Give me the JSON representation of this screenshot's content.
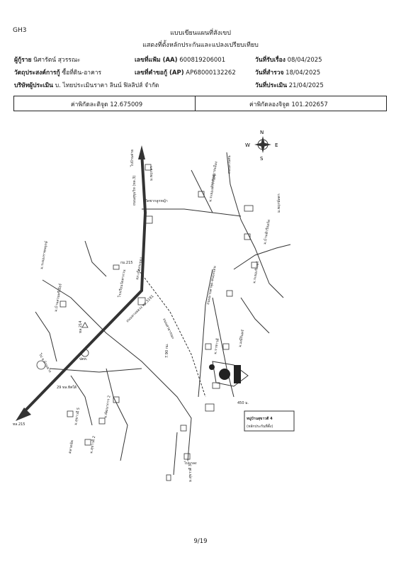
{
  "header": {
    "doc_code": "GH3",
    "title": "แบบเขียนแผนที่สังเขป",
    "subtitle": "แสดงที่ตั้งหลักประกันและแปลงเปรียบเทียบ"
  },
  "info": {
    "client_label": "ผู้กู้ราย",
    "client_value": "นิศารัตน์ สุวรรณะ",
    "purpose_label": "วัตถุประสงค์การกู้",
    "purpose_value": "ซื้อที่ดิน-อาคาร",
    "company_label": "บริษัทผู้ประเมิน",
    "company_value": "บ. ไทยประเมินราคา ลินน์ ฟิลลิปส์ จำกัด",
    "file_no_label": "เลขที่แฟ้ม (AA)",
    "file_no_value": "600819206001",
    "request_no_label": "เลขที่คำขอกู้ (AP)",
    "request_no_value": "AP68000132262",
    "received_label": "วันที่รับเรื่อง",
    "received_value": "08/04/2025",
    "survey_label": "วันที่สำรวจ",
    "survey_value": "18/04/2025",
    "appraisal_label": "วันที่ประเมิน",
    "appraisal_value": "21/04/2025"
  },
  "coordinates": {
    "lat_label": "ค่าพิกัดละติจูด",
    "lat_value": "12.675009",
    "lon_label": "ค่าพิกัดลองจิจูด",
    "lon_value": "101.202657"
  },
  "map": {
    "compass": {
      "n": "N",
      "s": "S",
      "e": "E",
      "w": "W"
    },
    "labels": {
      "to_bankhai": "ไปบ้านค่าย",
      "to_ban_chang": "ไป อ.บ้านฉาง",
      "to_klaeng": "ไปแกลง",
      "road_sukhumvit": "ถนนสุขุมวิท (ทล.3)",
      "road_3191": "ถนนทางหลวง ทล.3191",
      "road_215": "ทล.215",
      "road_214": "ทล.214",
      "road_29": "29 ทล.ทิศใต้",
      "road_dmc": "ถนนสาธารณะ",
      "road_yot": "ถนนมาบตาพุด-หนองบอน",
      "road_kasikorn": "ถนนเทศบาลเมือง",
      "road_suanson": "ถนนสวนสน",
      "temple": "วัดชากลูกหญ้า",
      "school": "โรงเรียนวัดตากวน",
      "moo_soi1": "ม.ระยองราชพฤกษ์",
      "moo_soi2": "ม.บ้านสวนพรีเมียร์",
      "moo_soi3": "ม.ราชาวดี",
      "moo_soi4": "ม.สุขาวดี 5",
      "moo_soi5": "ม.พัฒนาการ 2",
      "moo_soi6": "ม.สุขาวดี 2",
      "moo_soi7": "ม.ระยองพาราไดซ์",
      "moo_soi8": "ม.พฤกษา",
      "moo_soi9": "ม.บ้านฟ้ารีสอร์ท",
      "moo_soi10": "ม.สุขาวดี 3",
      "moo_soi11": "ม.ระยองริเวอร์",
      "moo_soi12": "ม.มณีรินทร์",
      "moo_soi13": "ม.พฤกษ์ลดา",
      "ptt": "ปตท.",
      "police": "สภ.เมืองระยอง",
      "market": "ตลาดนัด",
      "dist1": "7.90 กม.",
      "dist2": "450 ม.",
      "subject_label_1": "หมู่บ้านสุขาวดี 4",
      "subject_label_2": "(หลักประกันที่ตั้ง)",
      "km_215": "กม.215"
    }
  },
  "footer": {
    "page": "9/19"
  }
}
